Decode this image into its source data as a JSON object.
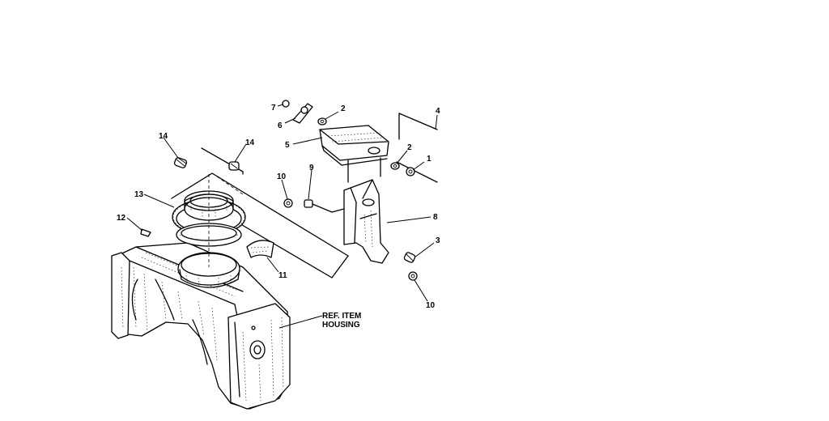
{
  "callouts": {
    "c1": "1",
    "c2a": "2",
    "c2b": "2",
    "c3": "3",
    "c4": "4",
    "c5": "5",
    "c6": "6",
    "c7": "7",
    "c8": "8",
    "c9": "9",
    "c10a": "10",
    "c10b": "10",
    "c11": "11",
    "c12": "12",
    "c13": "13",
    "c14a": "14",
    "c14b": "14",
    "ref_line1": "REF. ITEM",
    "ref_line2": "HOUSING"
  }
}
